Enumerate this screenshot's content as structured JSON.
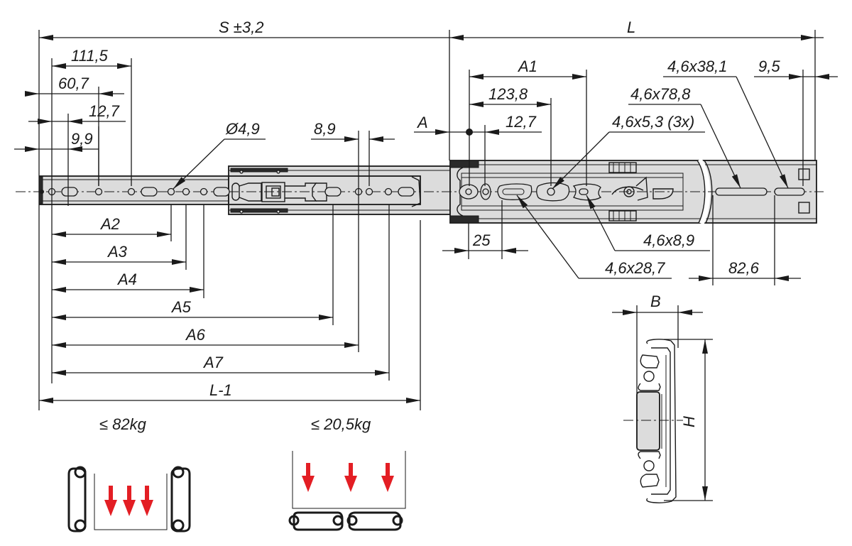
{
  "drawing": {
    "title": "Telescopic drawer slide technical drawing",
    "colors": {
      "line": "#1a1a1a",
      "part_fill": "#dcdcdc",
      "load_arrow": "#e31e24"
    },
    "overall": {
      "stroke_dim": "S ±3,2",
      "length_dim": "L",
      "length_minus_one": "L-1"
    },
    "left_dims": {
      "d111_5": "111,5",
      "d60_7": "60,7",
      "d12_7": "12,7",
      "d9_9": "9,9",
      "hole_dia": "Ø4,9",
      "d8_9": "8,9"
    },
    "a_dims": {
      "A": "A",
      "A1": "A1",
      "A2": "A2",
      "A3": "A3",
      "A4": "A4",
      "A5": "A5",
      "A6": "A6",
      "A7": "A7"
    },
    "right_dims": {
      "d123_8": "123,8",
      "d12_7b": "12,7",
      "d25": "25",
      "d82_6": "82,6",
      "d9_5": "9,5"
    },
    "slot_callouts": {
      "s38_1": "4,6x38,1",
      "s78_8": "4,6x78,8",
      "s5_3": "4,6x5,3 (3x)",
      "s8_9": "4,6x8,9",
      "s28_7": "4,6x28,7"
    },
    "section": {
      "width_dim": "B",
      "height_dim": "H"
    },
    "load_cases": [
      {
        "label": "≤ 82kg",
        "mounting": "side-mounted",
        "arrow_count": 3
      },
      {
        "label": "≤ 20,5kg",
        "mounting": "bottom-mounted",
        "arrow_count": 3
      }
    ]
  }
}
